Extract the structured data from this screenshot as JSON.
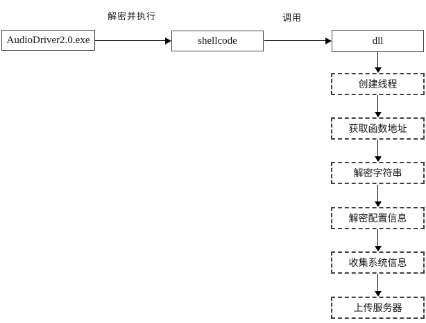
{
  "diagram": {
    "nodes": {
      "exe": "AudioDriver2.0.exe",
      "shellcode": "shellcode",
      "dll": "dll"
    },
    "edge_labels": {
      "decrypt_and_execute": "解密并执行",
      "call": "调用"
    },
    "chain": [
      {
        "label": "创建线程"
      },
      {
        "label": "获取函数地址"
      },
      {
        "label": "解密字符串"
      },
      {
        "label": "解密配置信息"
      },
      {
        "label": "收集系统信息"
      },
      {
        "label": "上传服务器"
      }
    ],
    "colors": {
      "background": "#ffffff",
      "box_border": "#404040",
      "arrow": "#000000",
      "text": "#141414"
    }
  }
}
